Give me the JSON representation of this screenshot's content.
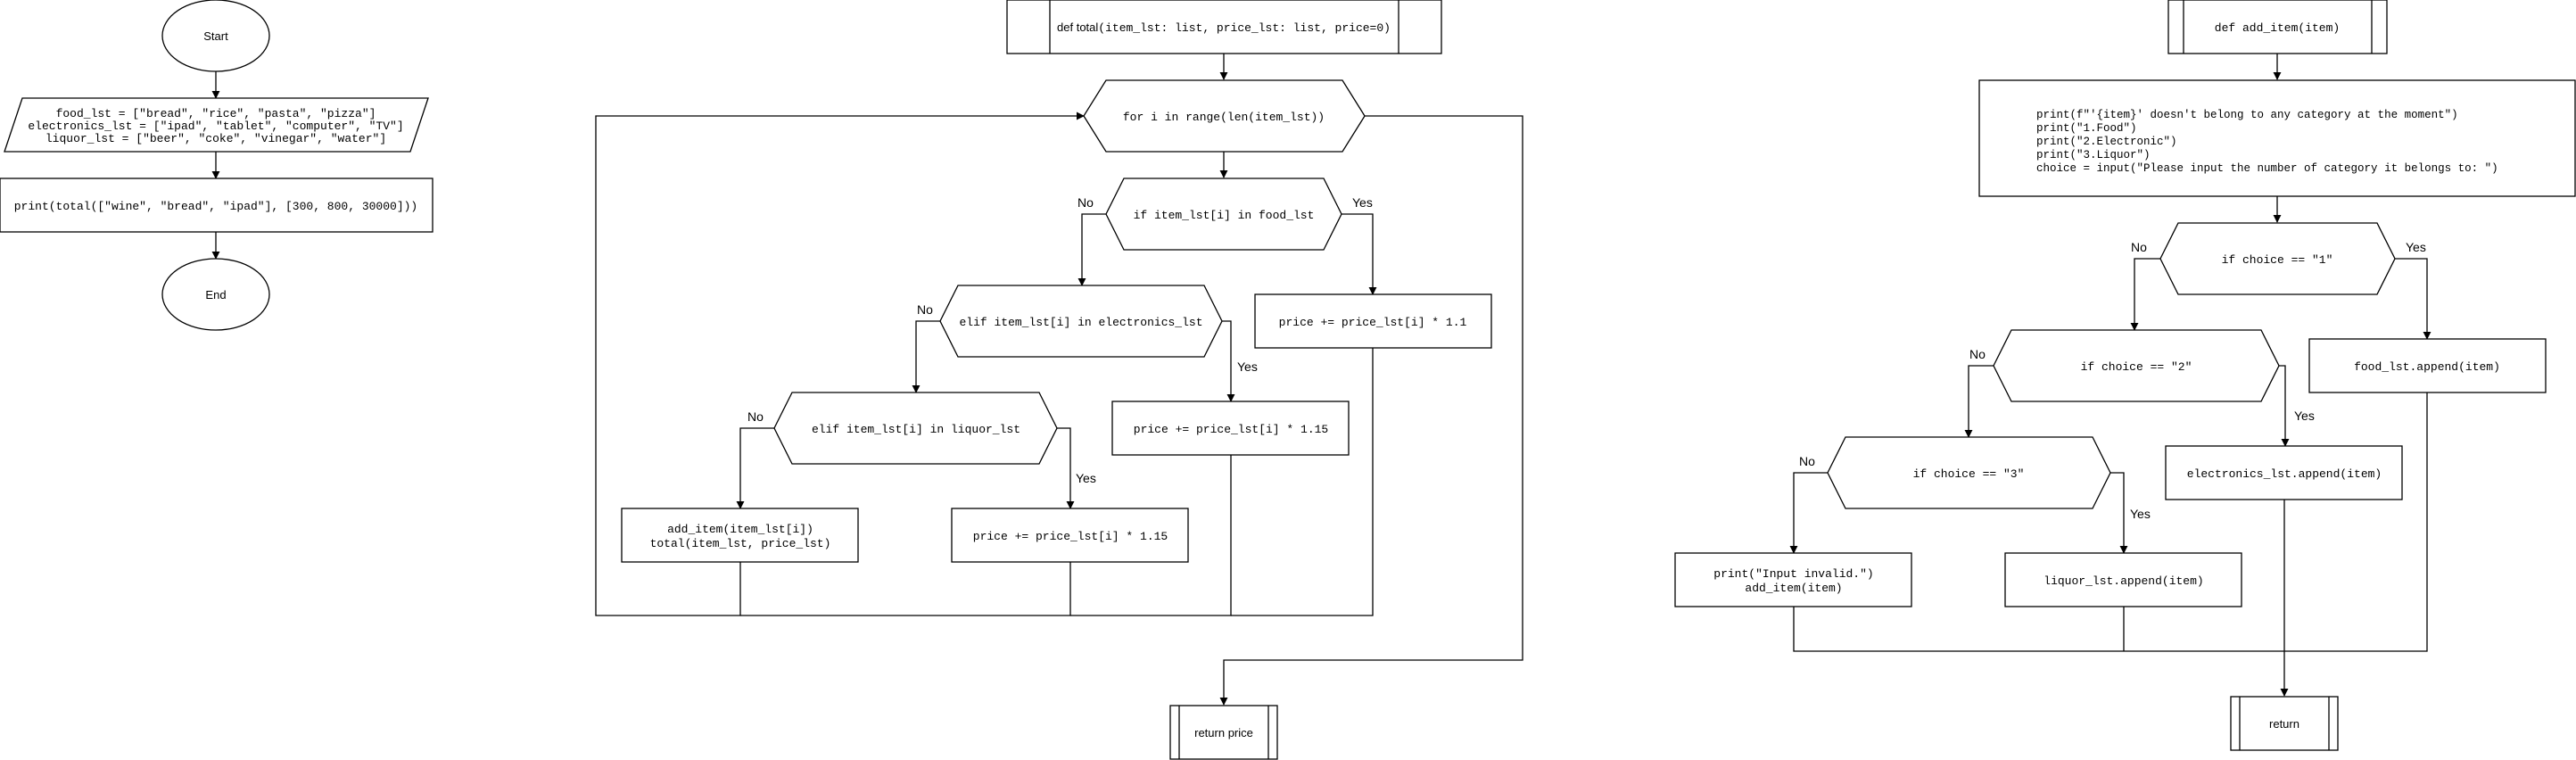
{
  "main_flow": {
    "start": "Start",
    "init_lines": [
      "food_lst = [\"bread\", \"rice\", \"pasta\", \"pizza\"]",
      "electronics_lst = [\"ipad\", \"tablet\", \"computer\", \"TV\"]",
      "liquor_lst = [\"beer\", \"coke\", \"vinegar\", \"water\"]"
    ],
    "print_call": "print(total([\"wine\", \"bread\", \"ipad\"], [300, 800, 30000]))",
    "end": "End"
  },
  "total_flow": {
    "def_prefix": "def total",
    "def_args": "(item_lst: list, price_lst: list, price=0)",
    "loop": "for i in range(len(item_lst))",
    "cond_food": "if item_lst[i] in food_lst",
    "cond_electronics": "elif item_lst[i] in electronics_lst",
    "cond_liquor": "elif item_lst[i] in liquor_lst",
    "price_food": "price += price_lst[i] * 1.1",
    "price_electronics": "price += price_lst[i] * 1.15",
    "price_liquor": "price += price_lst[i] * 1.15",
    "else_lines": [
      "add_item(item_lst[i])",
      "total(item_lst, price_lst)"
    ],
    "return": "return price"
  },
  "add_item_flow": {
    "def": "def add_item(item)",
    "prompt_lines": [
      "print(f\"'{item}' doesn't belong to any category at the moment\")",
      "print(\"1.Food\")",
      "print(\"2.Electronic\")",
      "print(\"3.Liquor\")",
      "choice = input(\"Please input the number of category it belongs to: \")"
    ],
    "cond1": "if choice == \"1\"",
    "cond2": "if choice == \"2\"",
    "cond3": "if choice == \"3\"",
    "append_food": "food_lst.append(item)",
    "append_electronics": "electronics_lst.append(item)",
    "append_liquor": "liquor_lst.append(item)",
    "invalid_lines": [
      "print(\"Input invalid.\")",
      "add_item(item)"
    ],
    "return": "return"
  },
  "labels": {
    "yes": "Yes",
    "no": "No"
  },
  "colors": {
    "stroke": "#000000",
    "fill": "#ffffff"
  }
}
